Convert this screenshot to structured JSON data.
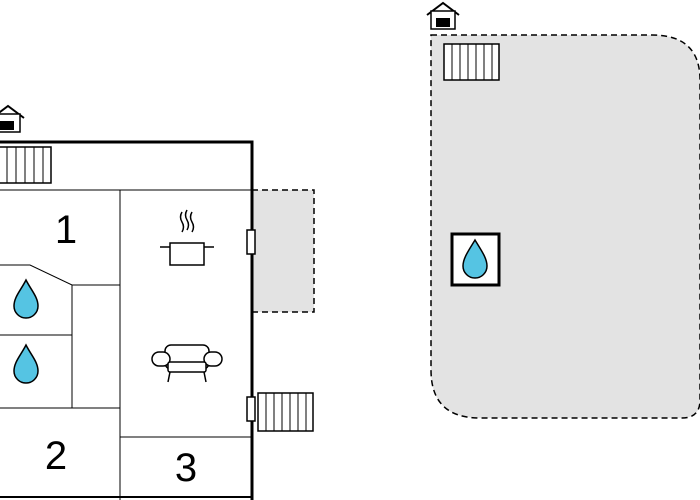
{
  "floorplan": {
    "rooms": [
      {
        "number": "1",
        "type": "bedroom"
      },
      {
        "number": "2",
        "type": "bedroom"
      },
      {
        "number": "3",
        "type": "bedroom"
      }
    ],
    "icons": [
      "house-entrance-icon",
      "stairs-icon",
      "bathroom-drop-icon",
      "kitchen-pot-icon",
      "sofa-icon",
      "door-icon",
      "terrace",
      "garden",
      "pool-icon"
    ],
    "colors": {
      "wall": "#000000",
      "outdoor_fill": "#e3e3e3",
      "water": "#55c4e3"
    }
  }
}
